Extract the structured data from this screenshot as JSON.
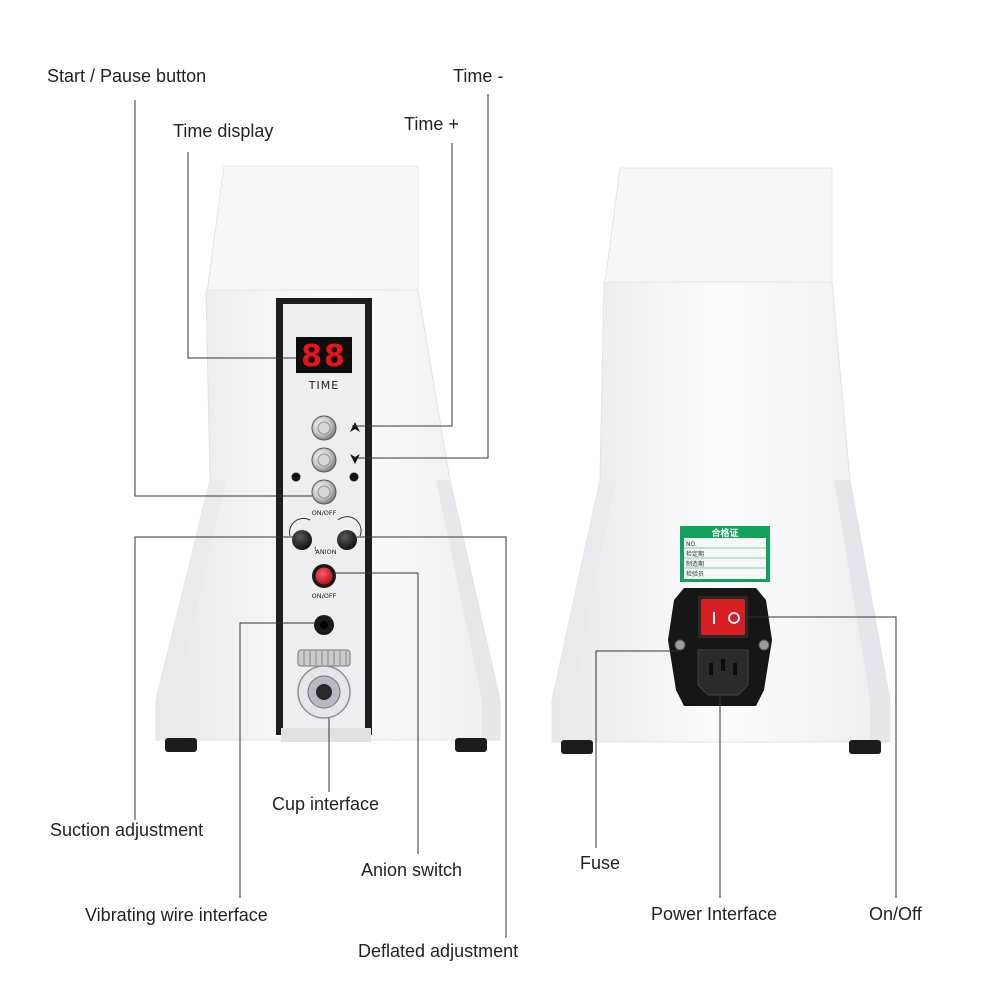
{
  "front_device": {
    "display_digits": "88",
    "display_label": "TIME",
    "start_button_label": "ON/OFF",
    "knob_label_left": "L",
    "knob_label_right": "ANION",
    "anion_switch_label": "ON/OFF",
    "colors": {
      "body": "#f4f5f7",
      "panel": "#e9ebee",
      "display": "#101010",
      "digit": "#e8141c",
      "switch": "#d8222b"
    }
  },
  "back_device": {
    "certificate_title": "合格证",
    "certificate_rows": [
      "NO.",
      "检定期",
      "制造期",
      "检验员"
    ],
    "colors": {
      "certificate": "#12a05a",
      "rocker": "#d81e22"
    }
  },
  "callouts": {
    "start_pause": "Start / Pause button",
    "time_display": "Time display",
    "time_minus": "Time -",
    "time_plus": "Time +",
    "suction_adjustment": "Suction adjustment",
    "cup_interface": "Cup interface",
    "anion_switch": "Anion switch",
    "vibrating_wire": "Vibrating wire interface",
    "deflated_adjustment": "Deflated adjustment",
    "fuse": "Fuse",
    "power_interface": "Power Interface",
    "on_off": "On/Off"
  }
}
